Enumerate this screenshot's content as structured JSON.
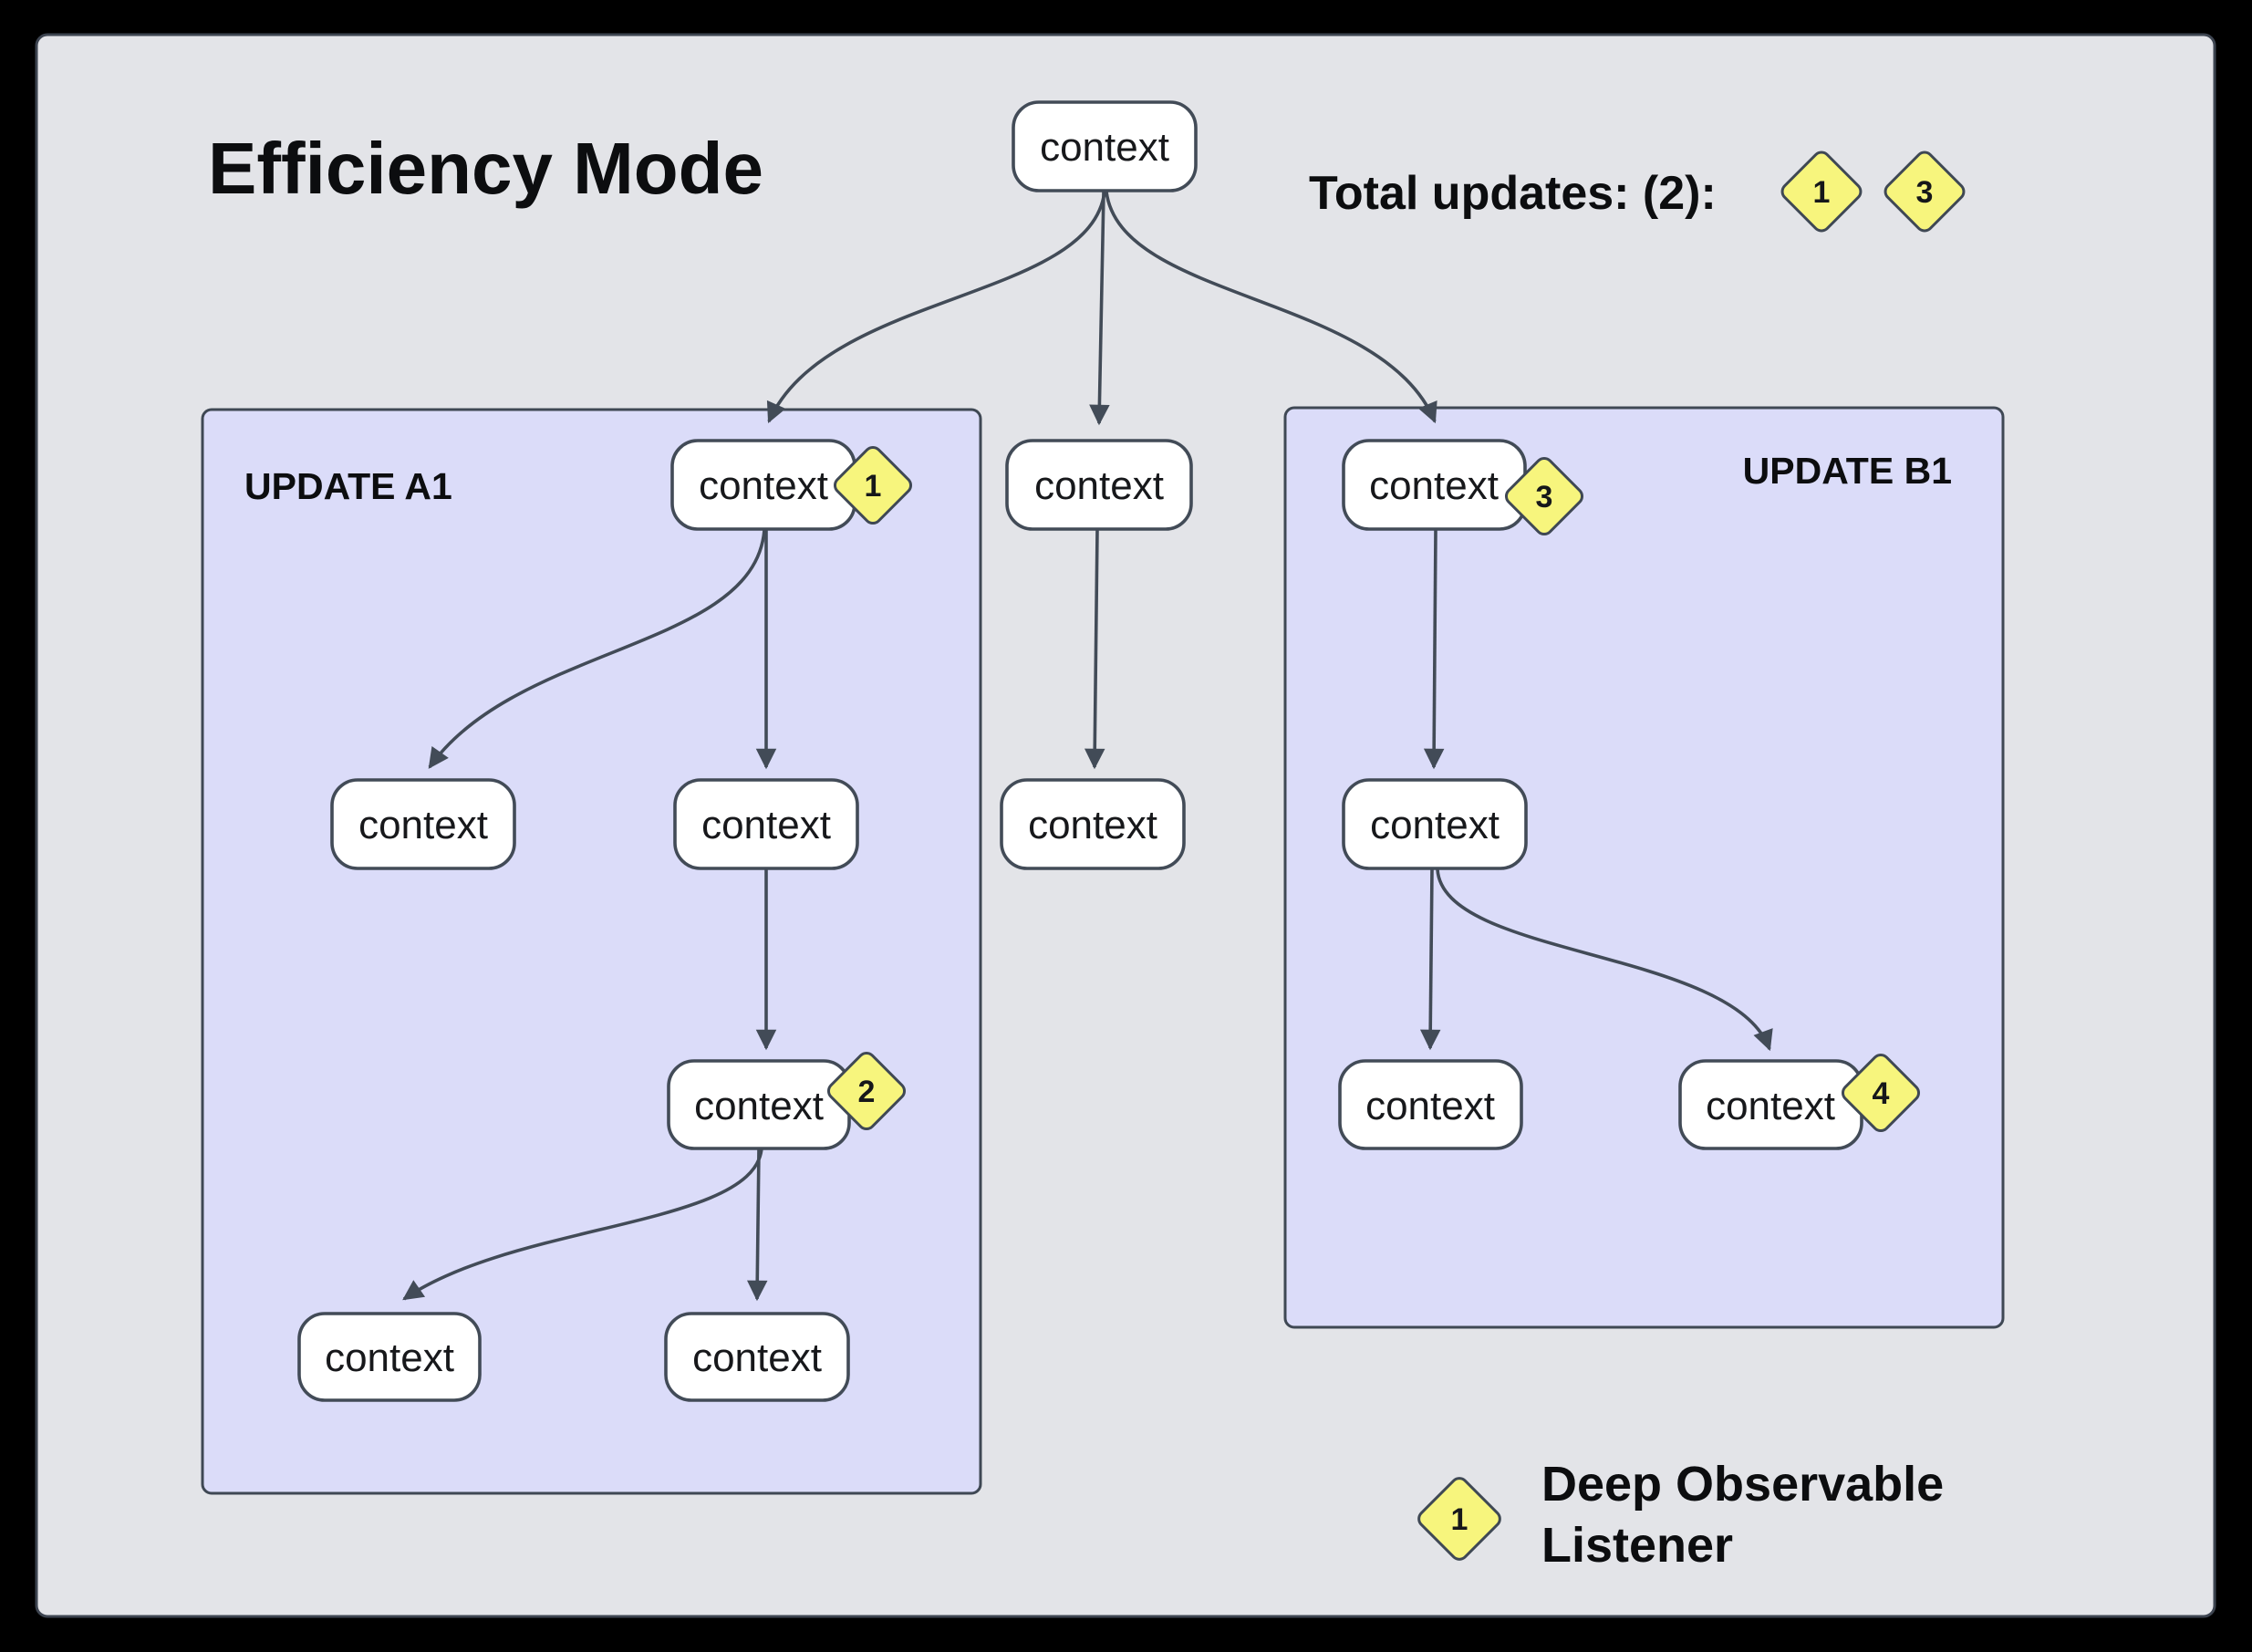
{
  "title": "Efficiency Mode",
  "total_updates": {
    "label": "Total updates: (2):",
    "badges": [
      "1",
      "3"
    ]
  },
  "groups": {
    "a1": {
      "label": "UPDATE A1"
    },
    "b1": {
      "label": "UPDATE B1"
    }
  },
  "nodes": {
    "root": {
      "label": "context"
    },
    "a1_root": {
      "label": "context",
      "badge": "1"
    },
    "a1_child_left": {
      "label": "context"
    },
    "a1_child_mid": {
      "label": "context"
    },
    "a1_grand": {
      "label": "context",
      "badge": "2"
    },
    "a1_leaf_left": {
      "label": "context"
    },
    "a1_leaf_right": {
      "label": "context"
    },
    "mid_top": {
      "label": "context"
    },
    "mid_bottom": {
      "label": "context"
    },
    "b1_root": {
      "label": "context",
      "badge": "3"
    },
    "b1_mid": {
      "label": "context"
    },
    "b1_leaf_left": {
      "label": "context"
    },
    "b1_leaf_right": {
      "label": "context",
      "badge": "4"
    }
  },
  "legend": {
    "badge": "1",
    "line1": "Deep Observable",
    "line2": "Listener"
  },
  "colors": {
    "frame": "#000000",
    "canvas": "#e3e4e8",
    "group_fill": "#dbdcf9",
    "node_fill": "#ffffff",
    "stroke": "#424b57",
    "badge_fill": "#f7f57d",
    "text": "#0c0d0f"
  }
}
